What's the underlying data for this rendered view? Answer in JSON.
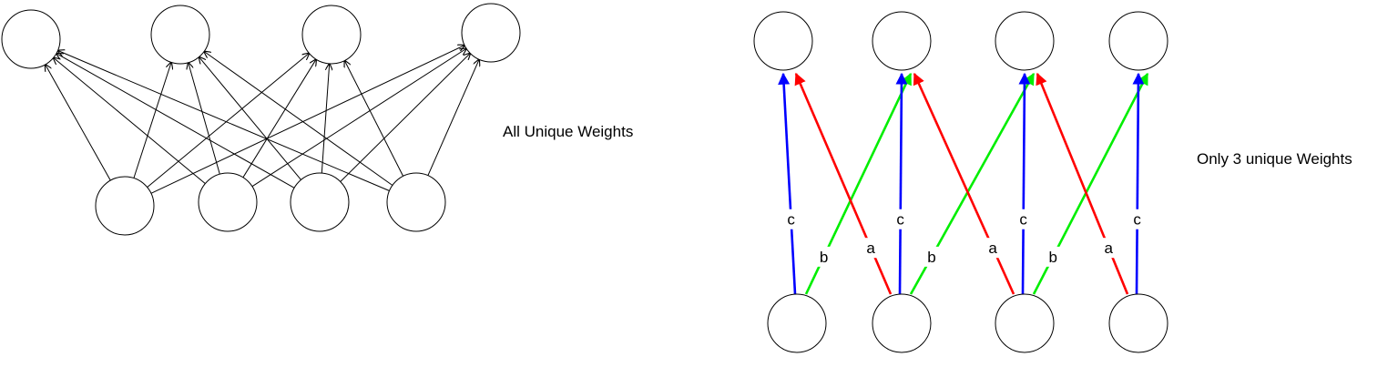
{
  "left_diagram": {
    "caption": "All Unique Weights",
    "output_count": 4,
    "input_count": 4,
    "connection": "fully-connected",
    "edge_color": "#000000"
  },
  "right_diagram": {
    "caption": "Only 3 unique Weights",
    "output_count": 4,
    "input_count": 4,
    "connection": "local",
    "weights": [
      {
        "label": "a",
        "color": "#ff0000",
        "target_offset": -1
      },
      {
        "label": "b",
        "color": "#00ee00",
        "target_offset": 1
      },
      {
        "label": "c",
        "color": "#0000ff",
        "target_offset": 0
      }
    ],
    "edges": [
      {
        "from": 0,
        "to": 0,
        "weight": "c"
      },
      {
        "from": 0,
        "to": 1,
        "weight": "b"
      },
      {
        "from": 1,
        "to": 0,
        "weight": "a"
      },
      {
        "from": 1,
        "to": 1,
        "weight": "c"
      },
      {
        "from": 1,
        "to": 2,
        "weight": "b"
      },
      {
        "from": 2,
        "to": 1,
        "weight": "a"
      },
      {
        "from": 2,
        "to": 2,
        "weight": "c"
      },
      {
        "from": 2,
        "to": 3,
        "weight": "b"
      },
      {
        "from": 3,
        "to": 2,
        "weight": "a"
      },
      {
        "from": 3,
        "to": 3,
        "weight": "c"
      }
    ]
  }
}
